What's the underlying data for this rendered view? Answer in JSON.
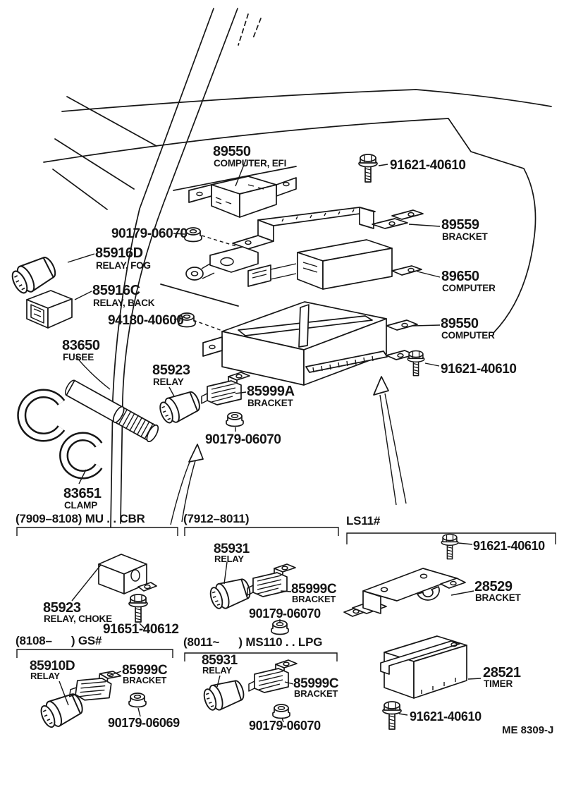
{
  "page": {
    "footer_code": "ME  8309-J",
    "ink_color": "#161616",
    "paper_color": "#ffffff"
  },
  "main": {
    "computer_efi": {
      "part": "89550",
      "desc": "COMPUTER, EFI"
    },
    "bolt_top": {
      "part": "91621-40610"
    },
    "nut_top": {
      "part": "90179-06070"
    },
    "relay_fog": {
      "part": "85916D",
      "desc": "RELAY, FOG"
    },
    "relay_back": {
      "part": "85916C",
      "desc": "RELAY, BACK"
    },
    "nut_94180": {
      "part": "94180-40600"
    },
    "fusee": {
      "part": "83650",
      "desc": "FUSEE"
    },
    "relay_85923": {
      "part": "85923",
      "desc": "RELAY"
    },
    "bracket_85999a": {
      "part": "85999A",
      "desc": "BRACKET"
    },
    "nut_mid": {
      "part": "90179-06070"
    },
    "clamp": {
      "part": "83651",
      "desc": "CLAMP"
    },
    "bracket_89559": {
      "part": "89559",
      "desc": "BRACKET"
    },
    "computer_89650": {
      "part": "89650",
      "desc": "COMPUTER"
    },
    "computer_89550": {
      "part": "89550",
      "desc": "COMPUTER"
    },
    "bolt_right": {
      "part": "91621-40610"
    }
  },
  "section_mu_cbr": {
    "header": "(7909–8108) MU . . CBR",
    "relay_choke": {
      "part": "85923",
      "desc": "RELAY, CHOKE"
    },
    "bolt": {
      "part": "91651-40612"
    }
  },
  "section_7912": {
    "header": "(7912–8011)",
    "relay": {
      "part": "85931",
      "desc": "RELAY"
    },
    "bracket": {
      "part": "85999C",
      "desc": "BRACKET"
    },
    "nut": {
      "part": "90179-06070"
    }
  },
  "section_ls11": {
    "header": "LS11#",
    "bolt_top": {
      "part": "91621-40610"
    },
    "bracket": {
      "part": "28529",
      "desc": "BRACKET"
    },
    "timer": {
      "part": "28521",
      "desc": "TIMER"
    },
    "bolt_bottom": {
      "part": "91621-40610"
    }
  },
  "section_gs": {
    "header": "(8108–      ) GS#",
    "relay": {
      "part": "85910D",
      "desc": "RELAY"
    },
    "bracket": {
      "part": "85999C",
      "desc": "BRACKET"
    },
    "nut": {
      "part": "90179-06069"
    }
  },
  "section_ms110": {
    "header": "(8011~      ) MS110 . . LPG",
    "relay": {
      "part": "85931",
      "desc": "RELAY"
    },
    "bracket": {
      "part": "85999C",
      "desc": "BRACKET"
    },
    "nut": {
      "part": "90179-06070"
    }
  }
}
